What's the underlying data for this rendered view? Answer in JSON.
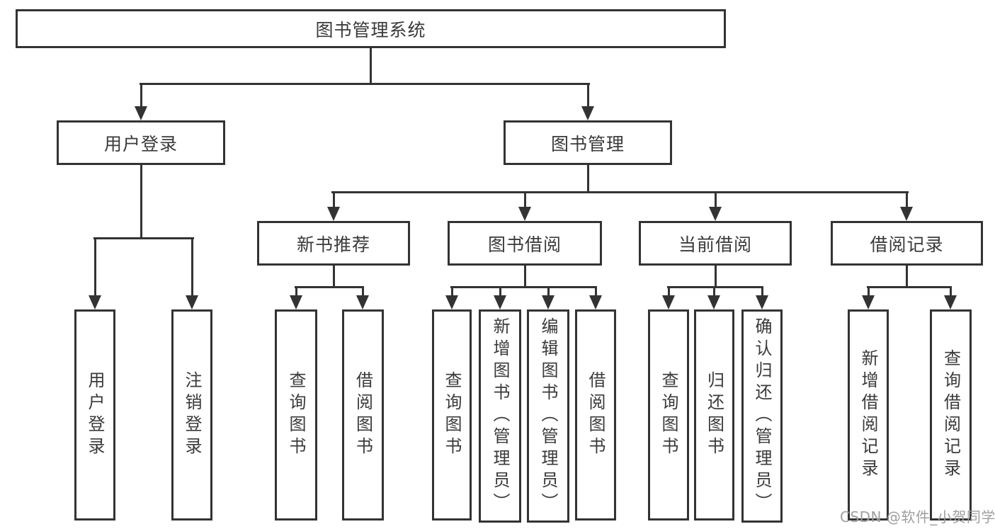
{
  "colors": {
    "line": "#333333",
    "box_border": "#333333",
    "text": "#3a3a3a",
    "background": "#ffffff",
    "watermark": "#9e9e9e"
  },
  "root": {
    "label": "图书管理系统"
  },
  "level2": {
    "user_login": "用户登录",
    "book_management": "图书管理"
  },
  "level3": {
    "new_book_recommend": "新书推荐",
    "book_borrow": "图书借阅",
    "current_borrow": "当前借阅",
    "borrow_records": "借阅记录"
  },
  "leaves": {
    "user_login_children": [
      "用户登录",
      "注销登录"
    ],
    "new_book_recommend_children": [
      "查询图书",
      "借阅图书"
    ],
    "book_borrow_children": [
      "查询图书",
      "新增图书（管理员）",
      "编辑图书（管理员）",
      "借阅图书"
    ],
    "current_borrow_children": [
      "查询图书",
      "归还图书",
      "确认归还（管理员）"
    ],
    "borrow_records_children": [
      "新增借阅记录",
      "查询借阅记录"
    ]
  },
  "watermark": "CSDN @软件_小贺同学"
}
